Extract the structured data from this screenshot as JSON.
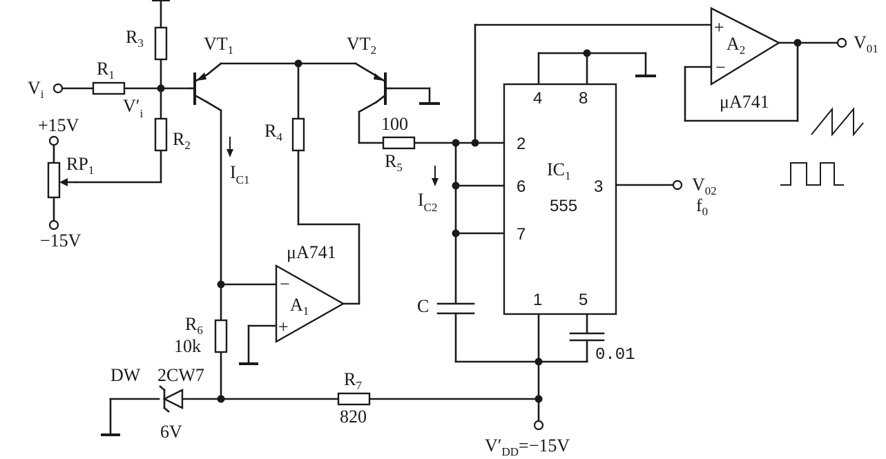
{
  "labels": {
    "vi": "V",
    "vi_sub": "i",
    "vi_prime": "V′",
    "vi_prime_sub": "i",
    "r1": "R",
    "r1_sub": "1",
    "r2": "R",
    "r2_sub": "2",
    "r3": "R",
    "r3_sub": "3",
    "r4": "R",
    "r4_sub": "4",
    "r5": "R",
    "r5_sub": "5",
    "r5_value": "100",
    "r6": "R",
    "r6_sub": "6",
    "r6_value": "10k",
    "r7": "R",
    "r7_sub": "7",
    "r7_value": "820",
    "rp1": "RP",
    "rp1_sub": "1",
    "plus15": "+15V",
    "minus15": "−15V",
    "vt1": "VT",
    "vt1_sub": "1",
    "vt2": "VT",
    "vt2_sub": "2",
    "ic1": "I",
    "ic1_sub": "C1",
    "ic2": "I",
    "ic2_sub": "C2",
    "a1": "A",
    "a1_sub": "1",
    "a1_model": "μA741",
    "a2": "A",
    "a2_sub": "2",
    "a2_model": "μA741",
    "minus_sign": "−",
    "plus_sign": "+",
    "chip_name": "IC",
    "chip_name_sub": "1",
    "chip_model": "555",
    "pin4": "4",
    "pin8": "8",
    "pin2": "2",
    "pin6": "6",
    "pin7": "7",
    "pin3": "3",
    "pin1": "1",
    "pin5": "5",
    "cap_c": "C",
    "cap_001": "0.01",
    "vo1": "V",
    "vo1_sub": "01",
    "vo2": "V",
    "vo2_sub": "02",
    "f0": "f",
    "f0_sub": "0",
    "dw": "DW",
    "dw_model": "2CW7",
    "dw_voltage": "6V",
    "vdd": "V′",
    "vdd_sub": "DD",
    "vdd_value": "=−15V"
  }
}
